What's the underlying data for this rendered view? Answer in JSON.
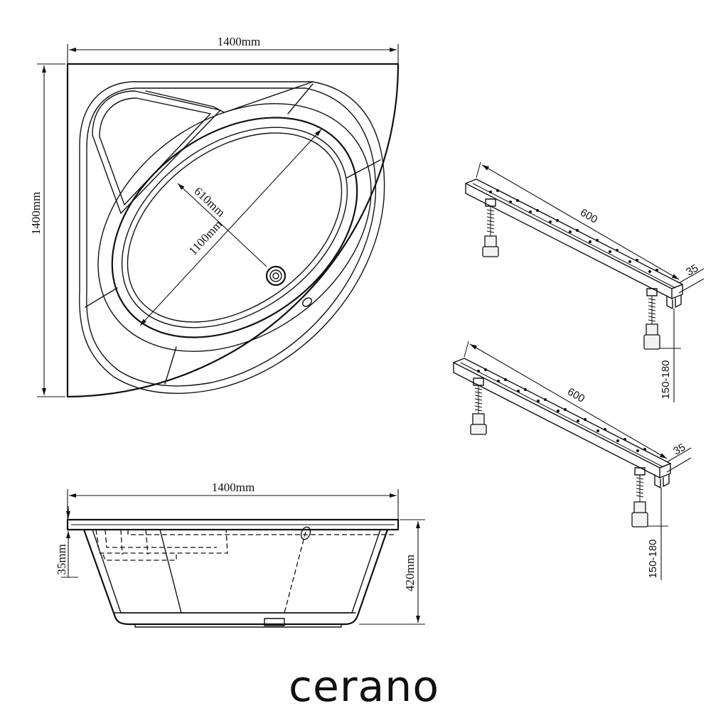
{
  "top_view": {
    "width_label": "1400mm",
    "height_label": "1400mm",
    "diag_long_label": "1100mm",
    "diag_short_label": "610mm"
  },
  "side_view": {
    "width_label": "1400mm",
    "rim_label": "35mm",
    "height_label": "420mm"
  },
  "legs": [
    {
      "length_label": "600",
      "profile_label": "35",
      "height_label": "150-180"
    },
    {
      "length_label": "600",
      "profile_label": "35",
      "height_label": "150-180"
    }
  ],
  "brand": {
    "name": "cerano"
  },
  "colors": {
    "line": "#111111",
    "background": "#ffffff"
  }
}
